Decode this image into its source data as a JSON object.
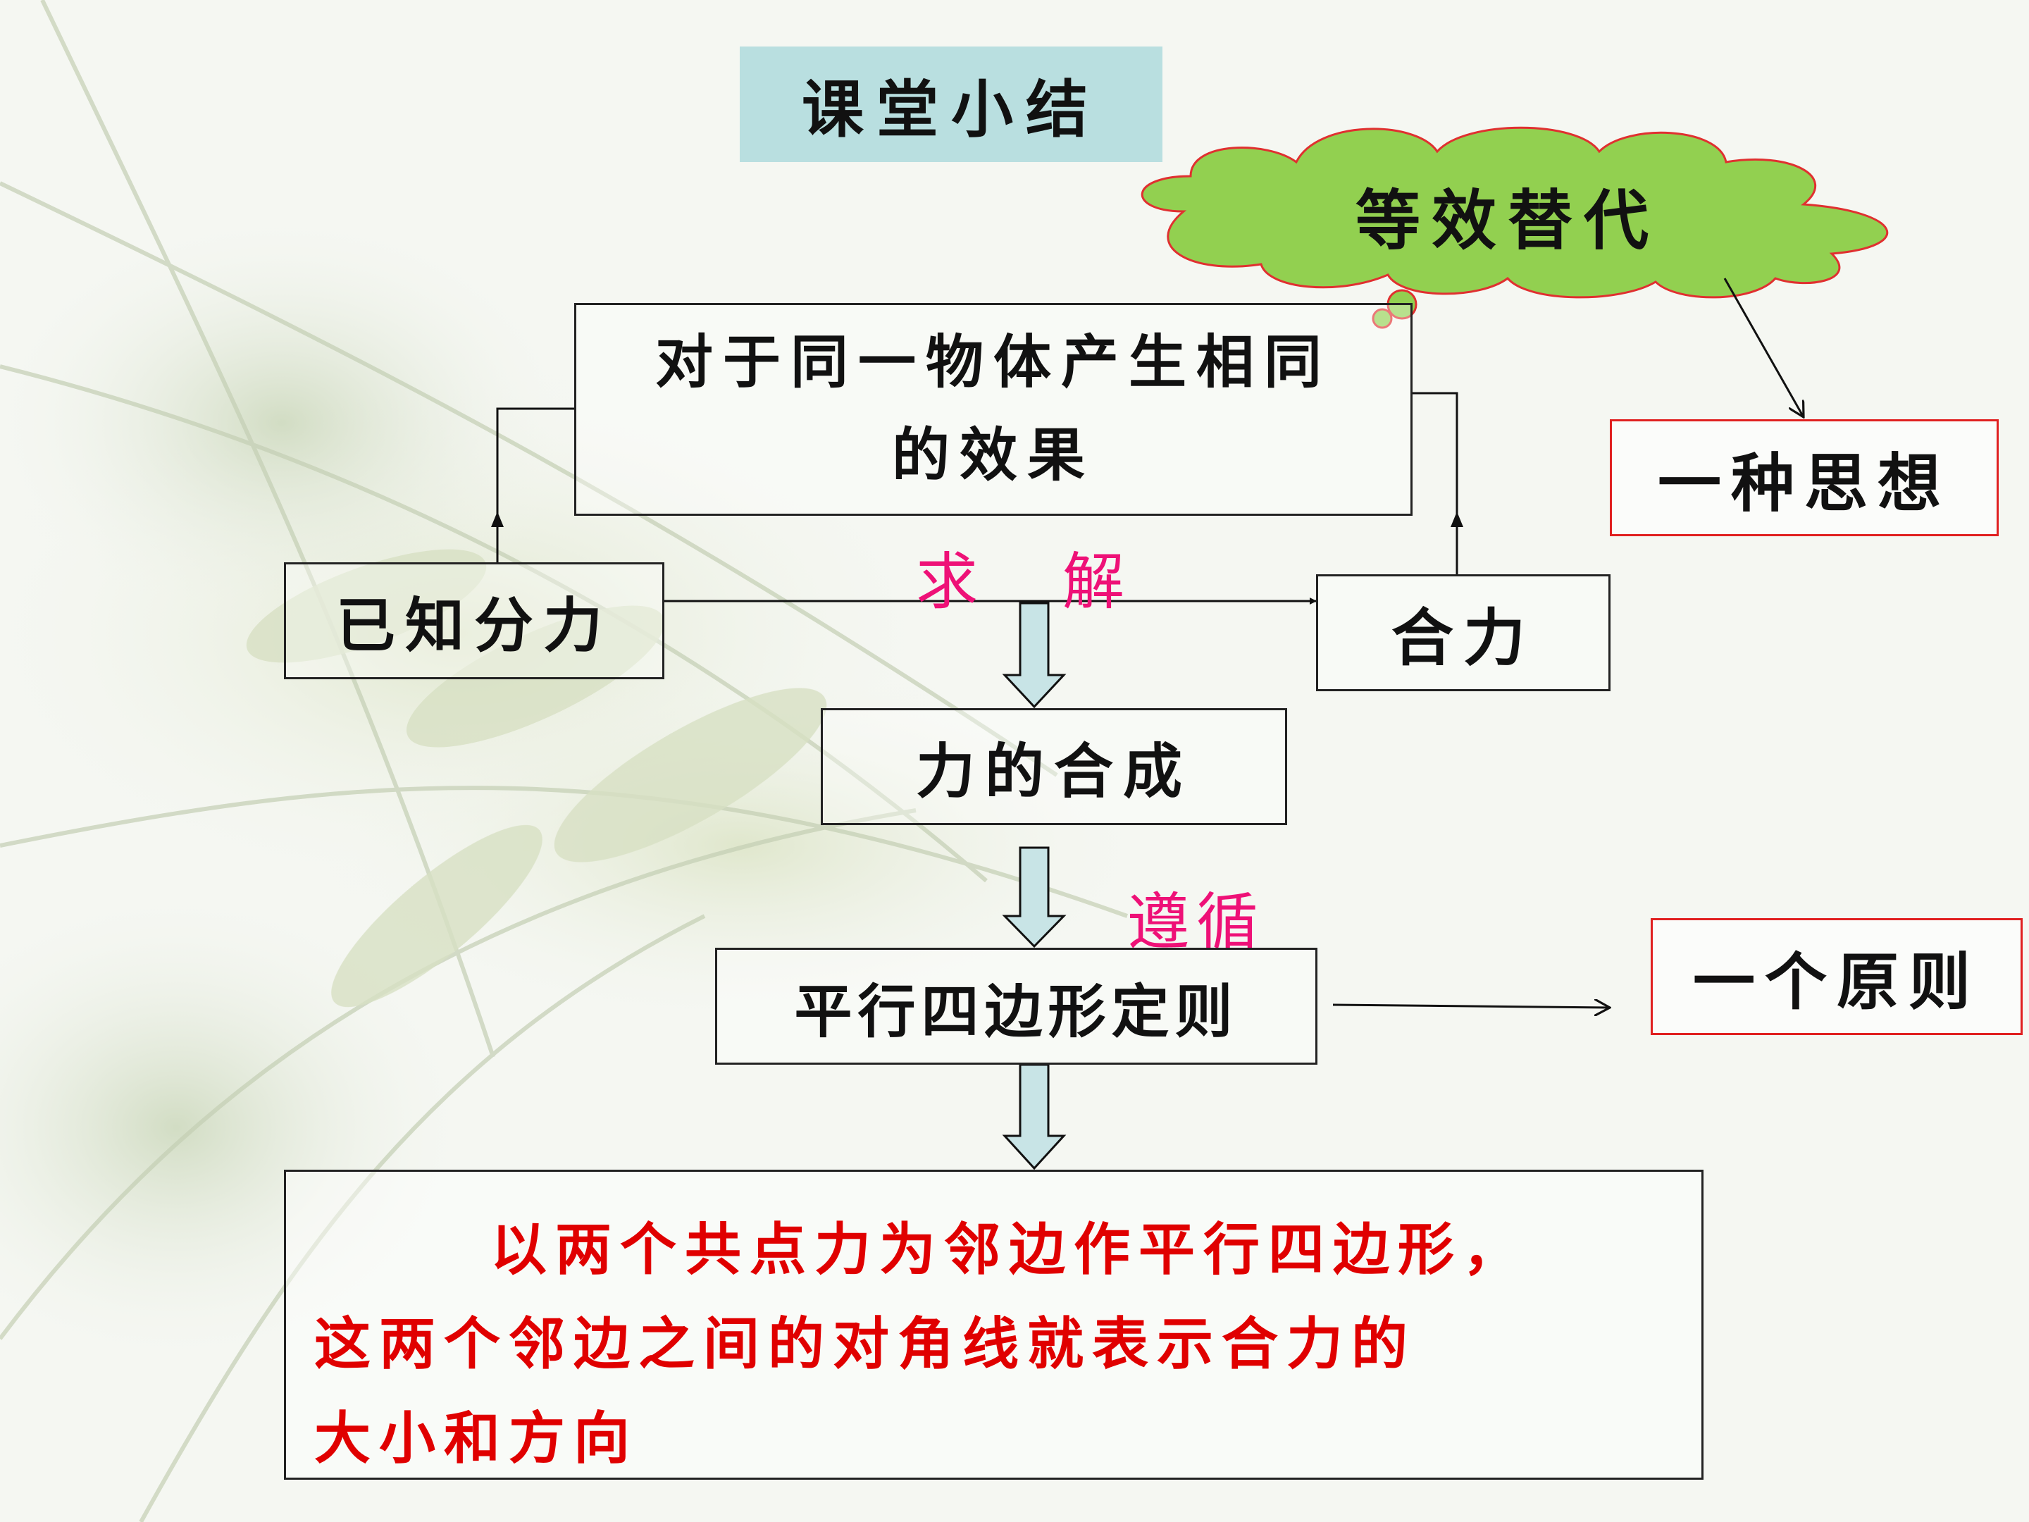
{
  "title": "课堂小结",
  "cloud": {
    "label": "等效替代"
  },
  "effect_box": {
    "line1": "对于同一物体产生相同",
    "line2": "的效果"
  },
  "idea_box": {
    "label": "一种思想"
  },
  "known_box": {
    "label": "已知分力"
  },
  "result_box": {
    "label": "合力"
  },
  "solve_label": "求解",
  "synthesis_box": {
    "label": "力的合成"
  },
  "follow_label": "遵循",
  "rule_box": {
    "label": "平行四边形定则"
  },
  "principle_box": {
    "label": "一个原则"
  },
  "description": {
    "line1": "以两个共点力为邻边作平行四边形，",
    "line2": "这两个邻边之间的对角线就表示合力的",
    "line3": "大小和方向"
  },
  "colors": {
    "cloud_fill": "#92d050",
    "title_fill": "#b9dfe0",
    "emphasis_red": "#e00000",
    "label_pink": "#ee1177",
    "border_red": "#e02020",
    "down_arrow_fill": "#c8e4e6"
  }
}
